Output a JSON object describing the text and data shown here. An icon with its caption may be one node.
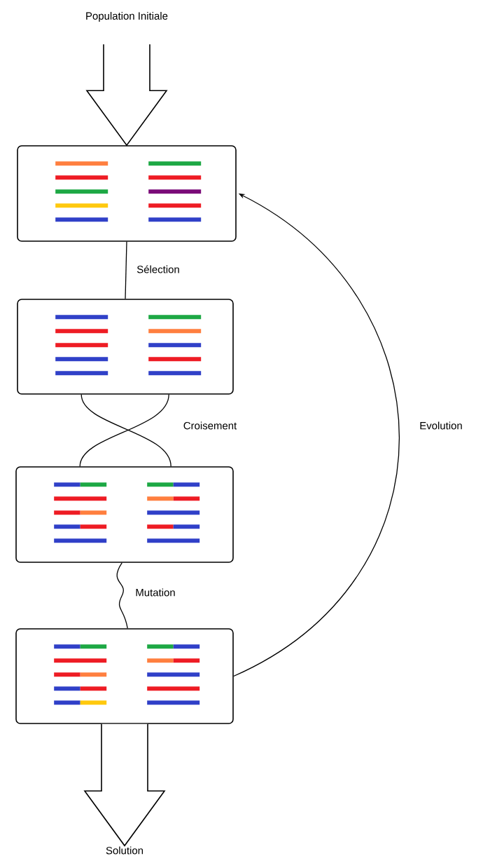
{
  "diagram": {
    "nodes": [
      {
        "text": [
          "Population Initiale"
        ]
      },
      {
        "text": [],
        "shape": "box"
      },
      {
        "text": [],
        "shape": "box"
      },
      {
        "text": [],
        "shape": "box"
      },
      {
        "text": [],
        "shape": "box"
      },
      {
        "text": [
          "Solution"
        ]
      }
    ],
    "edges": [
      {
        "from": 0,
        "to": 1,
        "arrow": "to",
        "style": "thick"
      },
      {
        "from": 1,
        "to": 2,
        "arrow": "none",
        "label": "Sélection"
      },
      {
        "from": 2,
        "to": 3,
        "arrow": "none",
        "label": "Croisement"
      },
      {
        "from": 2,
        "to": 3,
        "arrow": "none"
      },
      {
        "from": 3,
        "to": 4,
        "arrow": "none",
        "label": "Mutation"
      },
      {
        "from": 4,
        "to": 1,
        "arrow": "to",
        "label": "Evolution"
      },
      {
        "from": 4,
        "to": 5,
        "arrow": "to",
        "style": "thick"
      }
    ]
  }
}
